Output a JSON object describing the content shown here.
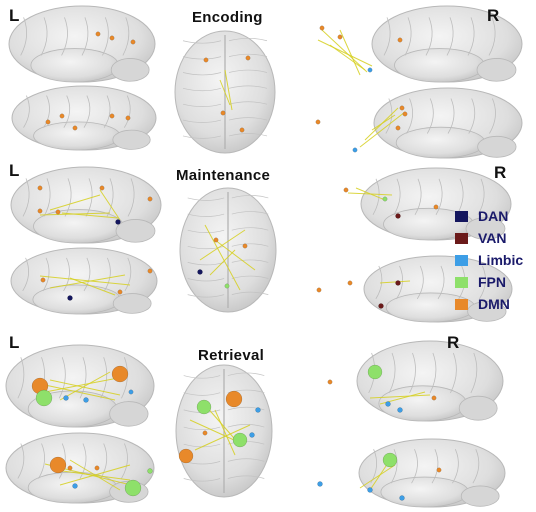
{
  "side_labels": {
    "left": "L",
    "right": "R"
  },
  "panels": [
    {
      "id": "encoding",
      "title": "Encoding"
    },
    {
      "id": "maintenance",
      "title": "Maintenance"
    },
    {
      "id": "retrieval",
      "title": "Retrieval"
    }
  ],
  "legend": [
    {
      "name": "DAN",
      "color": "#14165e"
    },
    {
      "name": "VAN",
      "color": "#6b1a1a"
    },
    {
      "name": "Limbic",
      "color": "#3d9ee6"
    },
    {
      "name": "FPN",
      "color": "#8ee06a"
    },
    {
      "name": "DMN",
      "color": "#e8892a"
    }
  ],
  "colors": {
    "brain": "#e3e3e3",
    "brain_edge": "#b8b8b8",
    "connection": "#d6d020"
  }
}
